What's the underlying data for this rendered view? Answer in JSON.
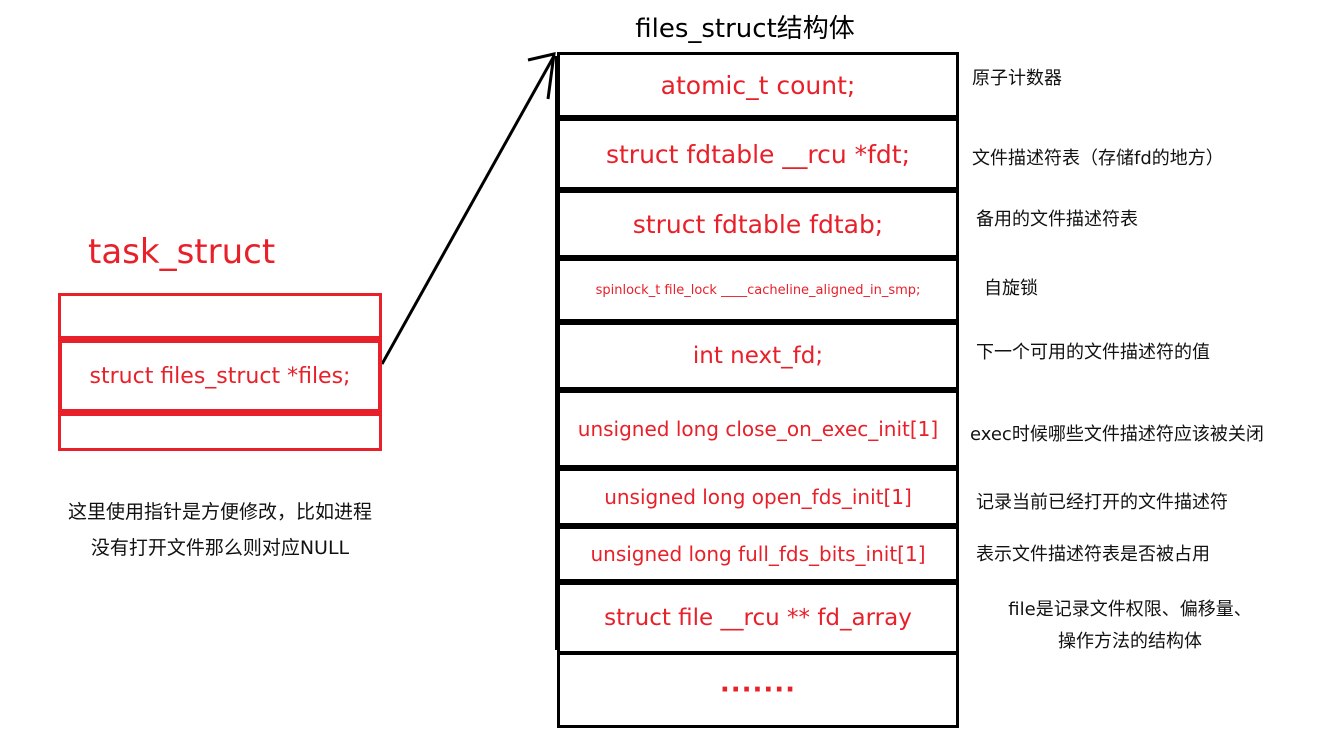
{
  "task_struct": {
    "title": "task_struct",
    "field": "struct files_struct *files;",
    "note_line1": "这里使用指针是方便修改，比如进程",
    "note_line2": "没有打开文件那么则对应NULL"
  },
  "files_struct": {
    "title": "files_struct结构体",
    "fields": [
      {
        "code": "atomic_t count;",
        "desc": "原子计数器"
      },
      {
        "code": "struct fdtable __rcu *fdt;",
        "desc": "文件描述符表（存储fd的地方）"
      },
      {
        "code": "struct fdtable fdtab;",
        "desc": "备用的文件描述符表"
      },
      {
        "code": "spinlock_t file_lock ____cacheline_aligned_in_smp;",
        "desc": "自旋锁"
      },
      {
        "code": "int next_fd;",
        "desc": "下一个可用的文件描述符的值"
      },
      {
        "code": "unsigned long close_on_exec_init[1]",
        "desc": "exec时候哪些文件描述符应该被关闭"
      },
      {
        "code": "unsigned long open_fds_init[1]",
        "desc": "记录当前已经打开的文件描述符"
      },
      {
        "code": "unsigned long full_fds_bits_init[1]",
        "desc": "表示文件描述符表是否被占用"
      },
      {
        "code": "struct file __rcu ** fd_array",
        "desc_line1": "file是记录文件权限、偏移量、",
        "desc_line2": "操作方法的结构体"
      },
      {
        "code": "·······"
      }
    ]
  },
  "colors": {
    "accent_red": "#e8202a",
    "border_black": "#000000"
  }
}
